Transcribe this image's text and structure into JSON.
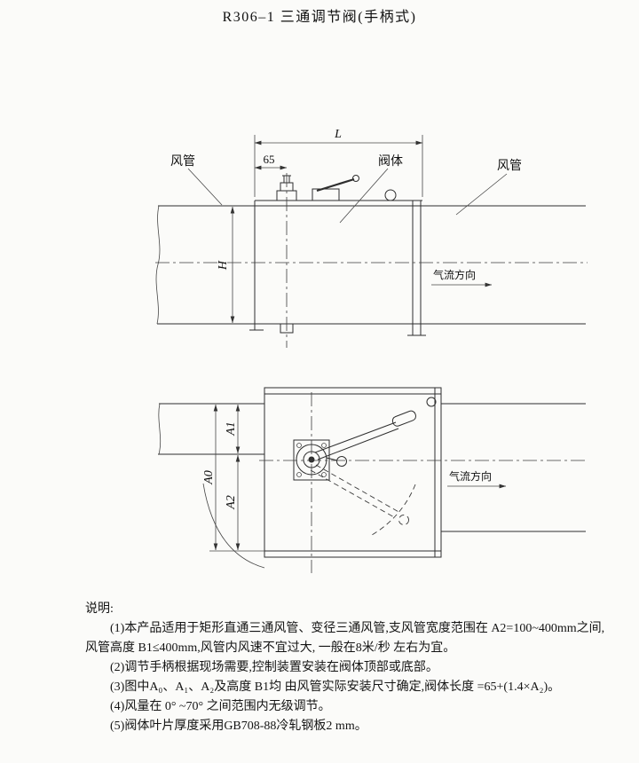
{
  "title": "R306–1 三通调节阀(手柄式)",
  "top_view": {
    "dim_l": "L",
    "dim_65": "65",
    "label_duct_left": "风管",
    "label_valve": "阀体",
    "label_duct_right": "风管",
    "dim_h": "H",
    "airflow": "气流方向"
  },
  "bottom_view": {
    "dim_a1": "A1",
    "dim_a2": "A2",
    "dim_a0": "A0",
    "airflow": "气流方向"
  },
  "notes": {
    "heading": "说明:",
    "items": [
      "(1)本产品适用于矩形直通三通风管、变径三通风管,支风管宽度范围在 A2=100~400mm之间,风管高度 B1≤400mm,风管内风速不宜过大, 一般在8米/秒 左右为宜。",
      "(2)调节手柄根据现场需要,控制装置安装在阀体顶部或底部。",
      "(3)图中A₀、A₁、A₂及高度 B1均 由风管实际安装尺寸确定,阀体长度 =65+(1.4×A₂)。",
      "(4)风量在 0° ~70° 之间范围内无级调节。",
      "(5)阀体叶片厚度采用GB708-88冷轧钢板2 mm。"
    ]
  }
}
